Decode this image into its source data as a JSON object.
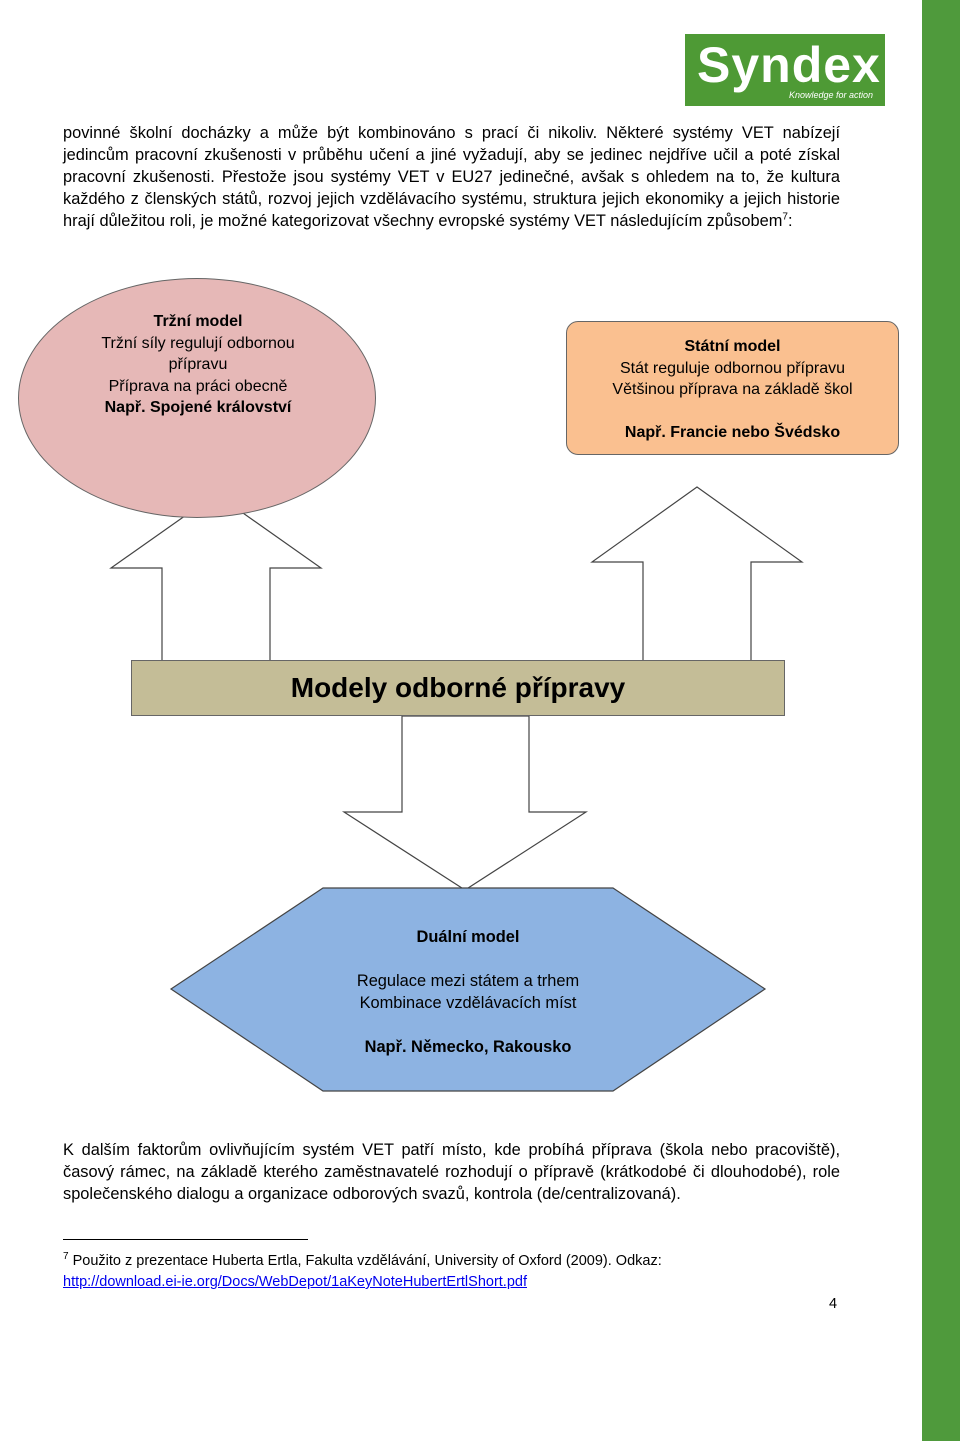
{
  "logo": {
    "name": "Syndex",
    "tagline": "Knowledge for action"
  },
  "intro": {
    "text": "povinné školní docházky a může být kombinováno s prací či nikoliv. Některé systémy VET nabízejí jedincům pracovní zkušenosti v průběhu učení a jiné vyžadují, aby se jedinec nejdříve učil a poté získal pracovní zkušenosti. Přestože jsou systémy VET v EU27 jedinečné, avšak s ohledem na to, že kultura každého z členských států, rozvoj jejich vzdělávacího systému, struktura jejich ekonomiky a jejich historie hrají důležitou roli, je možné kategorizovat všechny evropské systémy VET následujícím způsobem",
    "footnote_ref": "7",
    "end": ":"
  },
  "market_model": {
    "title": "Tržní model",
    "line1": "Tržní síly regulují odbornou přípravu",
    "line2": "Příprava na práci obecně",
    "example": "Např. Spojené království"
  },
  "state_model": {
    "title": "Státní model",
    "line1": "Stát reguluje odbornou přípravu",
    "line2": "Většinou příprava na základě škol",
    "example": "Např. Francie nebo Švédsko"
  },
  "center": {
    "title": "Modely odborné přípravy"
  },
  "dual_model": {
    "title": "Duální model",
    "line1": "Regulace mezi státem a trhem",
    "line2": "Kombinace vzdělávacích míst",
    "example": "Např. Německo, Rakousko"
  },
  "closing": {
    "text": "K dalším faktorům ovlivňujícím systém VET patří místo, kde probíhá příprava (škola nebo pracoviště), časový rámec, na základě kterého zaměstnavatelé rozhodují o přípravě (krátkodobé či dlouhodobé), role společenského dialogu a organizace odborových svazů, kontrola (de/centralizovaná)."
  },
  "footnote": {
    "number": "7",
    "text": "Použito z prezentace Huberta Ertla, Fakulta vzdělávání, University of Oxford (2009). Odkaz:",
    "link": "http://download.ei-ie.org/Docs/WebDepot/1aKeyNoteHubertErtlShort.pdf"
  },
  "page_number": "4",
  "colors": {
    "market": "#e6b8b7",
    "state": "#fac090",
    "center": "#c4bd97",
    "dual": "#8db3e2",
    "brand": "#4e9a35"
  }
}
